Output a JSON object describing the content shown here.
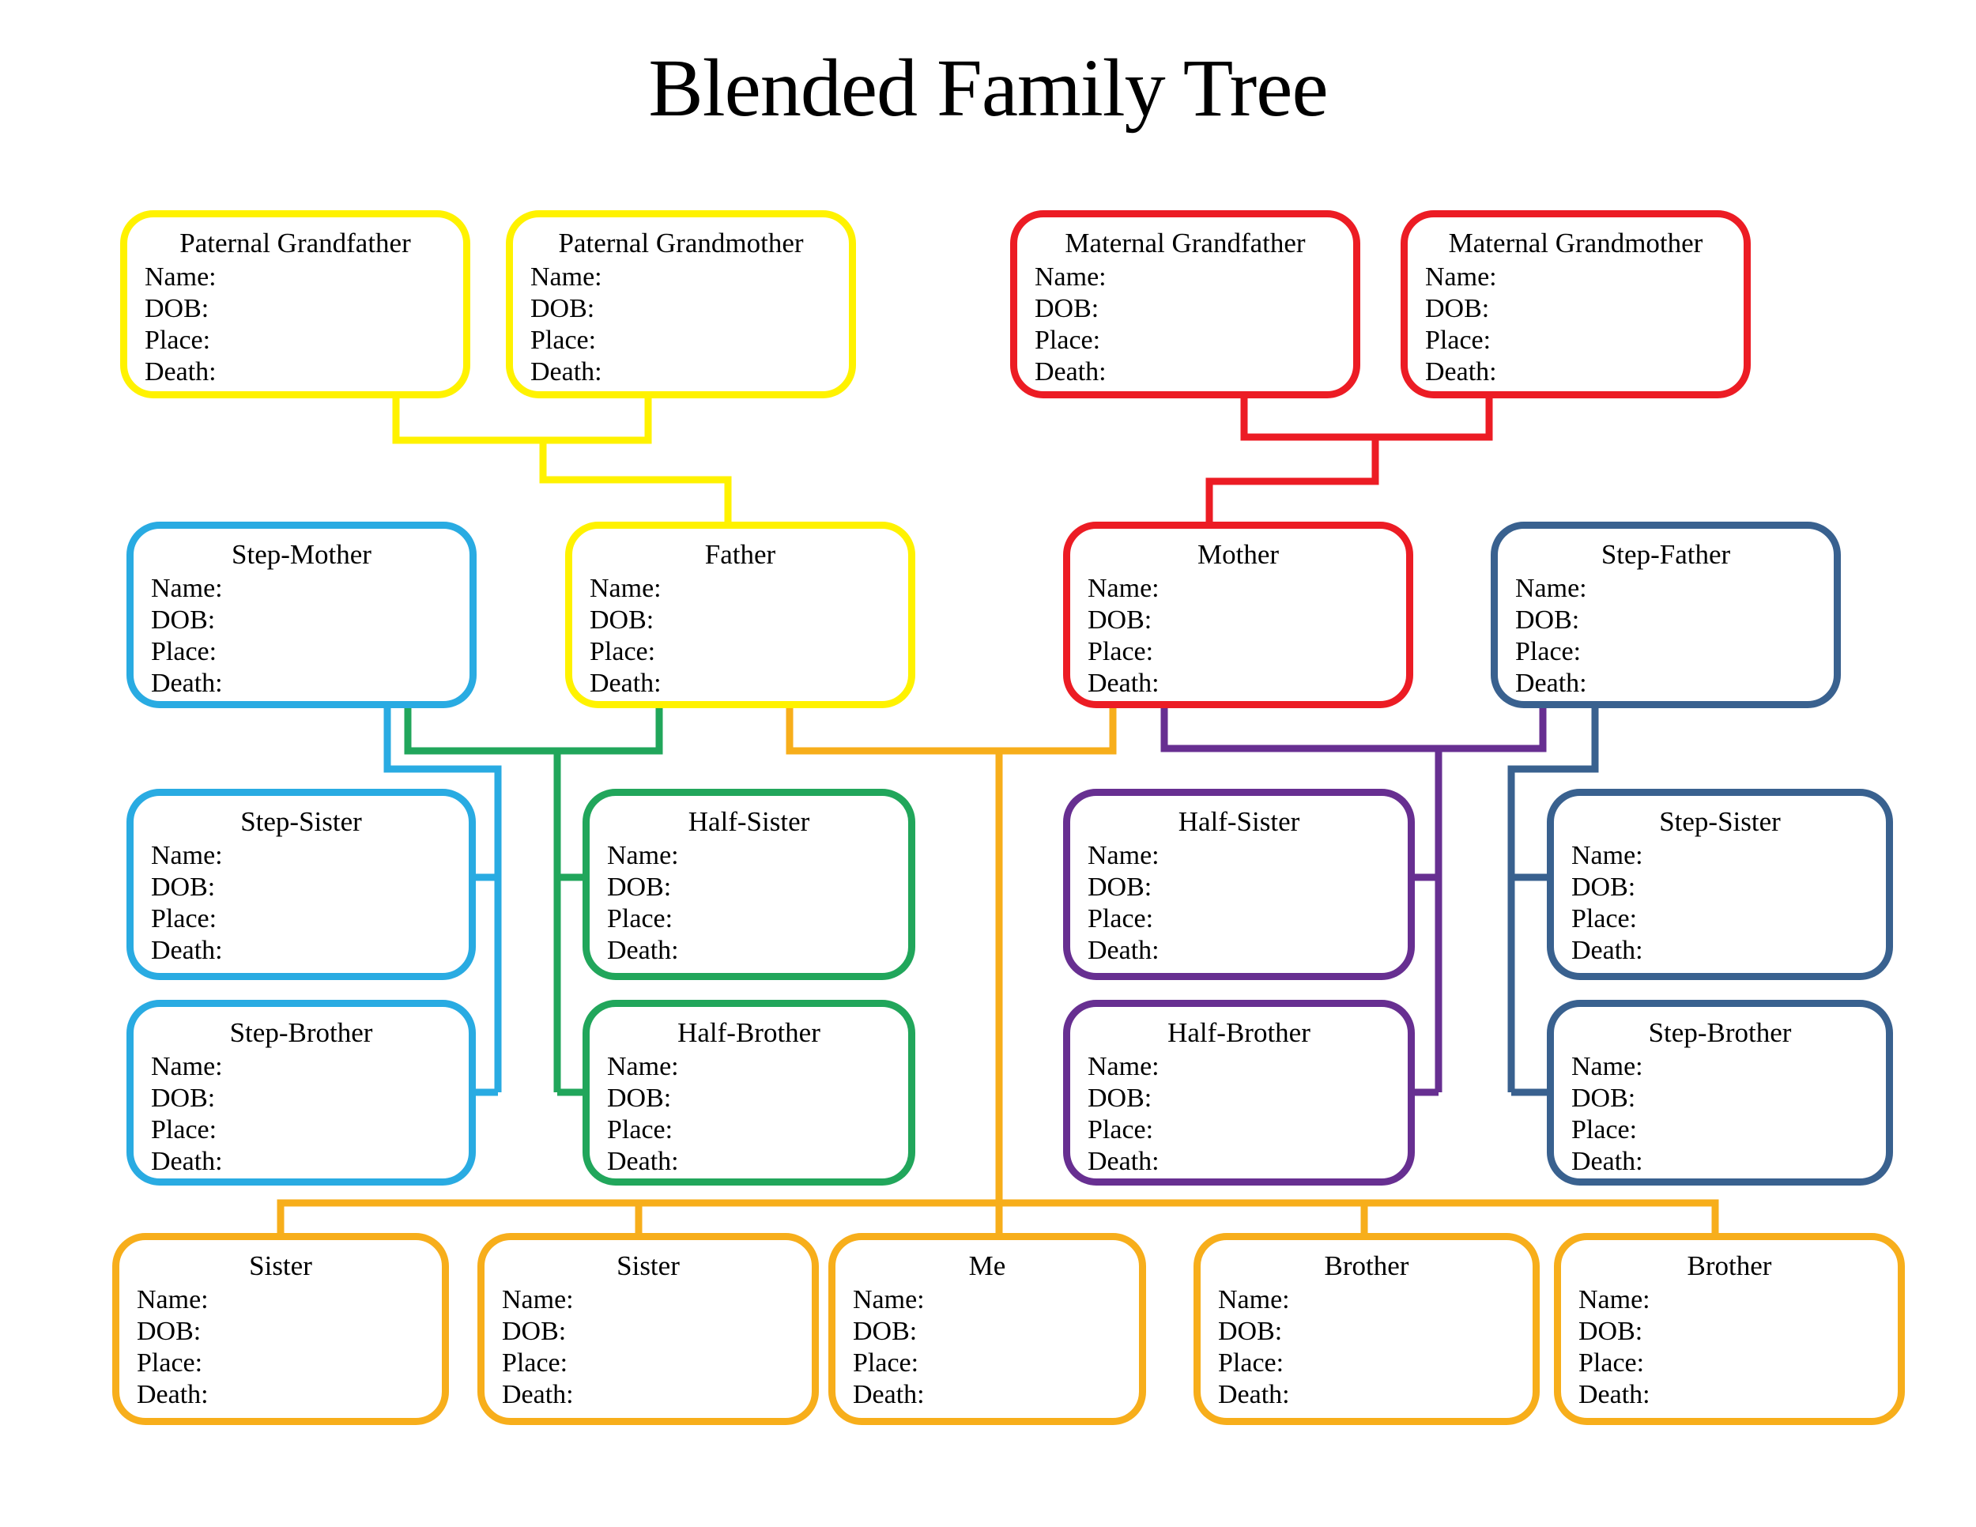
{
  "title": "Blended Family Tree",
  "labels": {
    "name": "Name:",
    "dob": "DOB:",
    "place": "Place:",
    "death": "Death:"
  },
  "colors": {
    "yellow": "#FFF200",
    "red": "#EC1C24",
    "cyan": "#29ABE2",
    "green": "#21A65B",
    "purple": "#672F91",
    "blue": "#39618F",
    "orange": "#F7AE1B"
  },
  "boxes": {
    "paternal_grandfather": {
      "title": "Paternal Grandfather",
      "color": "yellow"
    },
    "paternal_grandmother": {
      "title": "Paternal Grandmother",
      "color": "yellow"
    },
    "maternal_grandfather": {
      "title": "Maternal Grandfather",
      "color": "red"
    },
    "maternal_grandmother": {
      "title": "Maternal Grandmother",
      "color": "red"
    },
    "step_mother": {
      "title": "Step-Mother",
      "color": "cyan"
    },
    "father": {
      "title": "Father",
      "color": "yellow"
    },
    "mother": {
      "title": "Mother",
      "color": "red"
    },
    "step_father": {
      "title": "Step-Father",
      "color": "blue"
    },
    "step_sister_left": {
      "title": "Step-Sister",
      "color": "cyan"
    },
    "half_sister_left": {
      "title": "Half-Sister",
      "color": "green"
    },
    "half_sister_right": {
      "title": "Half-Sister",
      "color": "purple"
    },
    "step_sister_right": {
      "title": "Step-Sister",
      "color": "blue"
    },
    "step_brother_left": {
      "title": "Step-Brother",
      "color": "cyan"
    },
    "half_brother_left": {
      "title": "Half-Brother",
      "color": "green"
    },
    "half_brother_right": {
      "title": "Half-Brother",
      "color": "purple"
    },
    "step_brother_right": {
      "title": "Step-Brother",
      "color": "blue"
    },
    "sister_1": {
      "title": "Sister",
      "color": "orange"
    },
    "sister_2": {
      "title": "Sister",
      "color": "orange"
    },
    "me": {
      "title": "Me",
      "color": "orange"
    },
    "brother_1": {
      "title": "Brother",
      "color": "orange"
    },
    "brother_2": {
      "title": "Brother",
      "color": "orange"
    }
  }
}
